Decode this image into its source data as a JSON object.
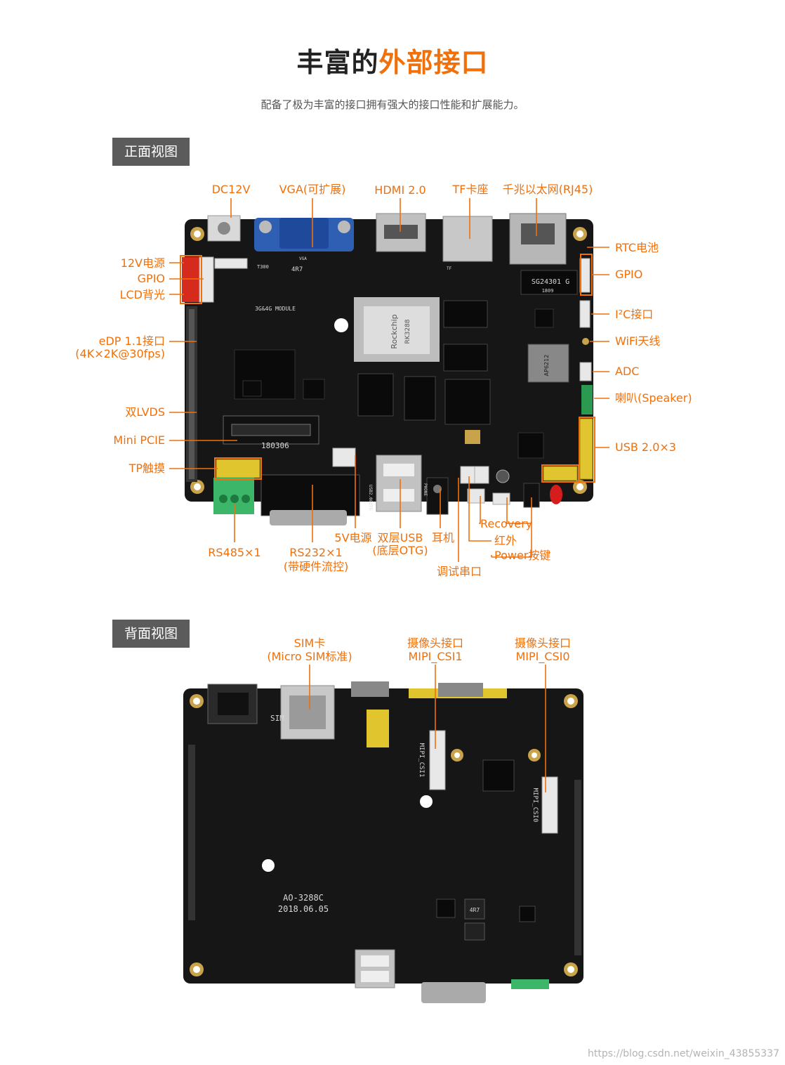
{
  "header": {
    "title_plain": "丰富的",
    "title_accent": "外部接口",
    "subtitle": "配备了极为丰富的接口拥有强大的接口性能和扩展能力。"
  },
  "front": {
    "tag": "正面视图",
    "labels": {
      "dc12v": "DC12V",
      "vga": "VGA(可扩展)",
      "hdmi": "HDMI 2.0",
      "tf": "TF卡座",
      "rj45": "千兆以太网(RJ45)",
      "rtc": "RTC电池",
      "gpio_r": "GPIO",
      "i2c": "I²C接口",
      "wifi": "WiFi天线",
      "adc": "ADC",
      "speaker": "喇叭(Speaker)",
      "usb3": "USB 2.0×3",
      "pwr12": "12V电源",
      "gpio_l": "GPIO",
      "lcd": "LCD背光",
      "edp": "eDP 1.1接口",
      "edp2": "(4K×2K@30fps)",
      "lvds": "双LVDS",
      "pcie": "Mini PCIE",
      "tp": "TP触摸",
      "rs485": "RS485×1",
      "rs232": "RS232×1",
      "rs232b": "(带硬件流控)",
      "v5": "5V电源",
      "usbotg": "双层USB",
      "usbotg2": "(底层OTG)",
      "earphone": "耳机",
      "debug": "调试串口",
      "recovery": "Recovery",
      "ir": "红外",
      "power": "Power按键"
    },
    "chips": {
      "soc_brand": "Rockchip",
      "soc_model": "RK3288",
      "rtc_chip": "SG24301 G",
      "rtc_code": "1809",
      "module": "3G&4G MODULE",
      "pcie_date": "180306",
      "inductor": "4R7",
      "t300": "T300",
      "wifi_chip": "AP6212",
      "usb2otg": "USB2.0&OTG",
      "phone": "PHONE",
      "vga_silk": "VGA",
      "tf_silk": "TF"
    }
  },
  "back": {
    "tag": "背面视图",
    "labels": {
      "sim": "SIM卡",
      "sim2": "(Micro SIM标准)",
      "cam1": "摄像头接口",
      "cam1b": "MIPI_CSI1",
      "cam0": "摄像头接口",
      "cam0b": "MIPI_CSI0"
    },
    "silk": {
      "sim": "SIM",
      "board": "AO-3288C",
      "date": "2018.06.05",
      "csi1": "MIPI_CSI1",
      "csi0": "MIPI_CSI0",
      "inductor": "4R7"
    }
  },
  "watermark": "https://blog.csdn.net/weixin_43855337",
  "colors": {
    "accent": "#f0700b",
    "pcb": "#161616",
    "tag_bg": "#5b5b5b"
  }
}
